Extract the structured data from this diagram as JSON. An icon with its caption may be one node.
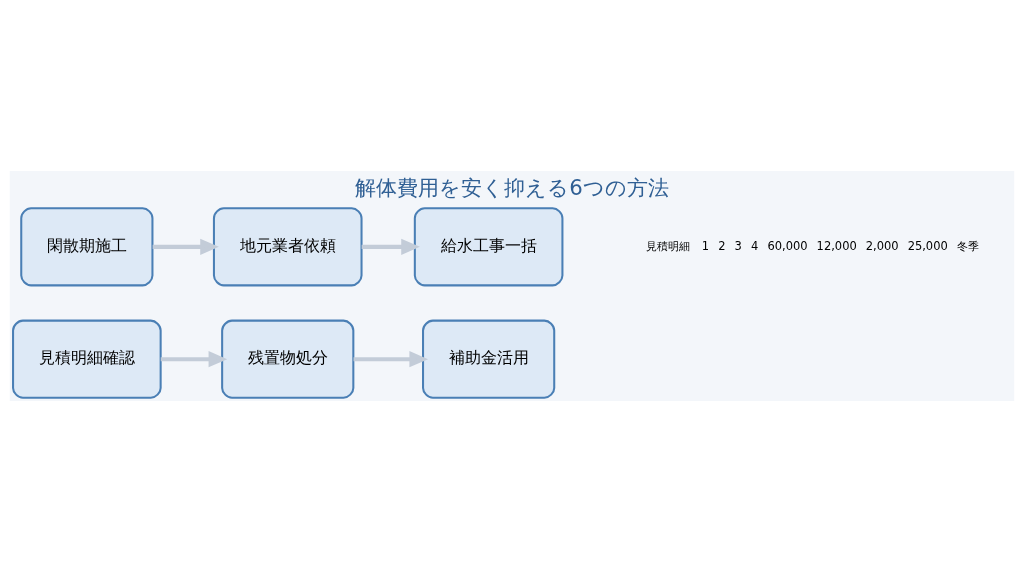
{
  "diagram": {
    "title": "解体費用を安く抑える6つの方法",
    "nodes": [
      {
        "text": [
          "見積明細確認"
        ]
      },
      {
        "text": [
          "残置物処分"
        ]
      },
      {
        "text": [
          "補助金活用"
        ]
      },
      {
        "text": [
          "閑散期施工"
        ]
      },
      {
        "text": [
          "地元業者依頼"
        ]
      },
      {
        "text": [
          "給水工事一括"
        ]
      }
    ],
    "edges": [
      {
        "from": 0,
        "to": 1,
        "arrow": "to"
      },
      {
        "from": 1,
        "to": 2,
        "arrow": "to"
      },
      {
        "from": 3,
        "to": 4,
        "arrow": "to"
      },
      {
        "from": 4,
        "to": 5,
        "arrow": "to"
      }
    ],
    "labels": [
      "見積明細",
      "1",
      "2",
      "3",
      "4",
      "60,000",
      "12,000",
      "2,000",
      "25,000",
      "冬季"
    ]
  }
}
